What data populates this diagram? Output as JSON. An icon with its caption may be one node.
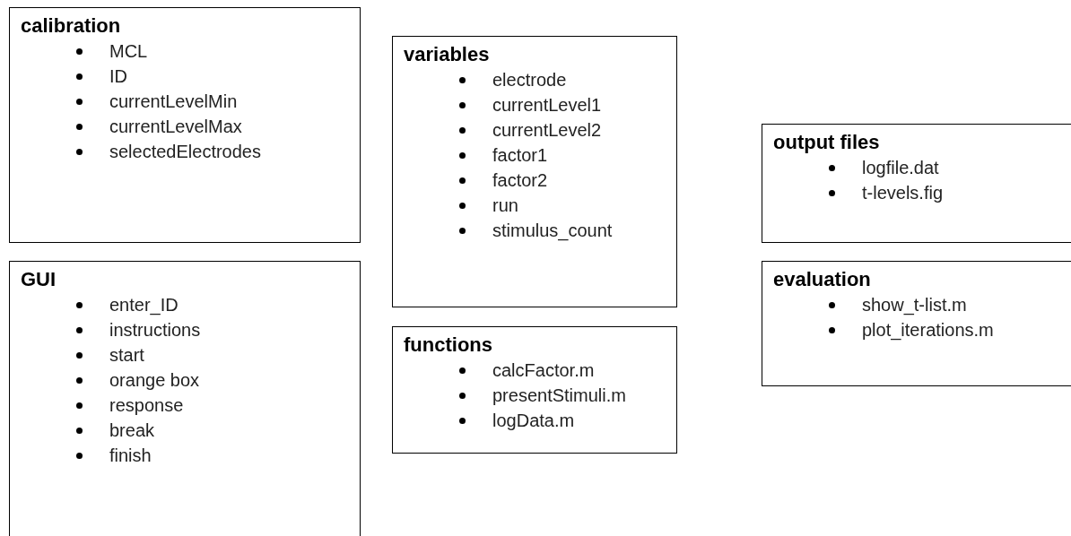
{
  "diagram": {
    "nodes": [
      {
        "text": [
          "calibration",
          "MCL",
          "ID",
          "currentLevelMin",
          "currentLevelMax",
          "selectedElectrodes"
        ]
      },
      {
        "text": [
          "GUI",
          "enter_ID",
          "instructions",
          "start",
          "orange box",
          "response",
          "break",
          "finish"
        ]
      },
      {
        "text": [
          "variables",
          "electrode",
          "currentLevel1",
          "currentLevel2",
          "factor1",
          "factor2",
          "run",
          "stimulus_count"
        ]
      },
      {
        "text": [
          "functions",
          "calcFactor.m",
          "presentStimuli.m",
          "logData.m"
        ]
      },
      {
        "text": [
          "output files",
          "logfile.dat",
          "t-levels.fig"
        ]
      },
      {
        "text": [
          "evaluation",
          "show_t-list.m",
          "plot_iterations.m"
        ]
      }
    ]
  }
}
